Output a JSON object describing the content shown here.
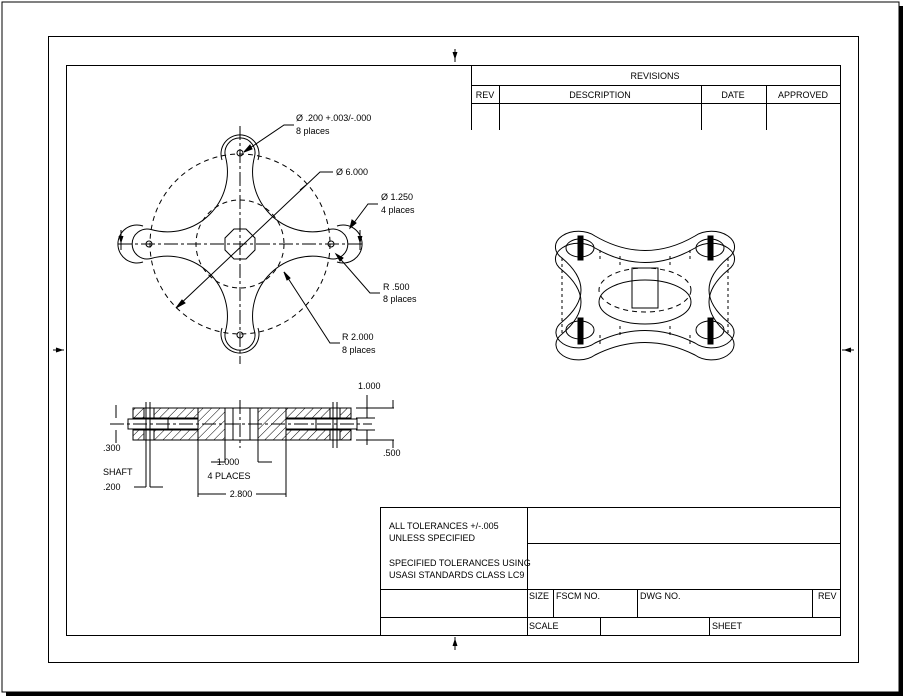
{
  "revisions": {
    "title": "REVISIONS",
    "columns": [
      "REV",
      "DESCRIPTION",
      "DATE",
      "APPROVED"
    ]
  },
  "top_view": {
    "hole_callout": [
      "Ø .200 +.003/-.000",
      "8 places"
    ],
    "pitch_callout": "Ø 6.000",
    "lobe_callout": [
      "Ø 1.250",
      "4 places"
    ],
    "lobe_radius_callout": [
      "R .500",
      "8 places"
    ],
    "arm_radius_callout": [
      "R 2.000",
      "8 places"
    ]
  },
  "section_view": {
    "thickness": "1.000",
    "slot_height": ".500",
    "slot_width": ".300",
    "shaft_label": "SHAFT",
    "shaft_dia": ".200",
    "bore": "1.000",
    "bore_note": "4 PLACES",
    "slot_span": "2.800"
  },
  "title_block": {
    "notes": [
      "ALL TOLERANCES +/-.005",
      "UNLESS SPECIFIED",
      "SPECIFIED TOLERANCES USING",
      "USASI STANDARDS CLASS LC9"
    ],
    "size_label": "SIZE",
    "fscm_label": "FSCM NO.",
    "dwg_label": "DWG NO.",
    "rev_label": "REV",
    "scale_label": "SCALE",
    "sheet_label": "SHEET"
  }
}
